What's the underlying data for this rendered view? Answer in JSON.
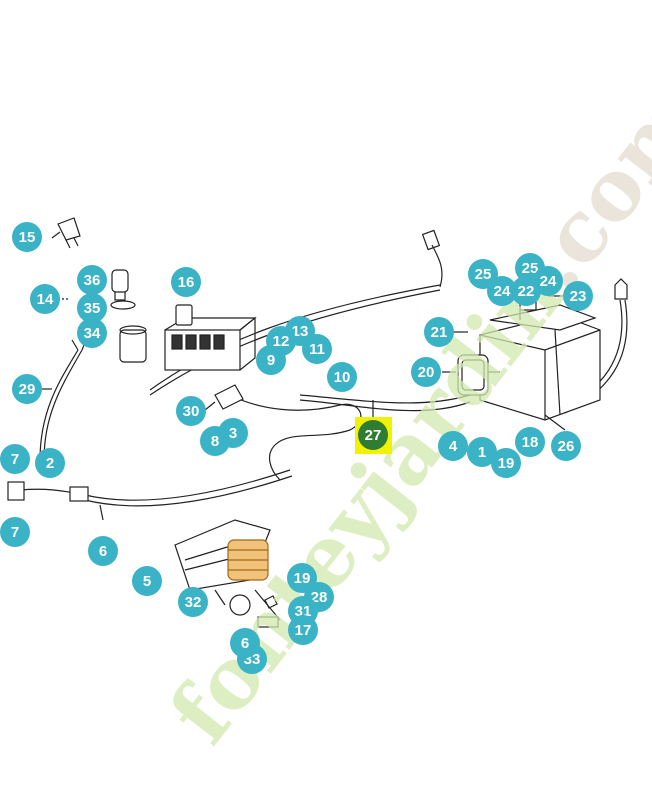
{
  "watermark": {
    "text": "fonteyjardin",
    "suffix": ".com",
    "color_main": "#d3e9b0",
    "color_suffix": "#e3dbd0"
  },
  "colors": {
    "callout": "#3bb3c6",
    "selected_callout": "#2e7d32",
    "highlight": "#f2f200"
  },
  "diagram": {
    "selected_part": "27",
    "callouts": [
      {
        "id": "c15",
        "label": "15"
      },
      {
        "id": "c36",
        "label": "36"
      },
      {
        "id": "c16",
        "label": "16"
      },
      {
        "id": "c14",
        "label": "14"
      },
      {
        "id": "c35",
        "label": "35"
      },
      {
        "id": "c34",
        "label": "34"
      },
      {
        "id": "c29",
        "label": "29"
      },
      {
        "id": "c9",
        "label": "9"
      },
      {
        "id": "c13",
        "label": "13"
      },
      {
        "id": "c12",
        "label": "12"
      },
      {
        "id": "c11",
        "label": "11"
      },
      {
        "id": "c10",
        "label": "10"
      },
      {
        "id": "c30",
        "label": "30"
      },
      {
        "id": "c8",
        "label": "8"
      },
      {
        "id": "c3",
        "label": "3"
      },
      {
        "id": "c7a",
        "label": "7"
      },
      {
        "id": "c2",
        "label": "2"
      },
      {
        "id": "c7b",
        "label": "7"
      },
      {
        "id": "c6",
        "label": "6"
      },
      {
        "id": "c27",
        "label": "27"
      },
      {
        "id": "c25a",
        "label": "25"
      },
      {
        "id": "c25b",
        "label": "25"
      },
      {
        "id": "c24a",
        "label": "24"
      },
      {
        "id": "c22",
        "label": "22"
      },
      {
        "id": "c24b",
        "label": "24"
      },
      {
        "id": "c23",
        "label": "23"
      },
      {
        "id": "c21",
        "label": "21"
      },
      {
        "id": "c20",
        "label": "20"
      },
      {
        "id": "c4",
        "label": "4"
      },
      {
        "id": "c1",
        "label": "1"
      },
      {
        "id": "c18",
        "label": "18"
      },
      {
        "id": "c19a",
        "label": "19"
      },
      {
        "id": "c26",
        "label": "26"
      },
      {
        "id": "c5",
        "label": "5"
      },
      {
        "id": "c19b",
        "label": "19"
      },
      {
        "id": "c32",
        "label": "32"
      },
      {
        "id": "c28",
        "label": "28"
      },
      {
        "id": "c31",
        "label": "31"
      },
      {
        "id": "c17",
        "label": "17"
      },
      {
        "id": "c33",
        "label": "33"
      },
      {
        "id": "c6b",
        "label": "6"
      }
    ]
  }
}
